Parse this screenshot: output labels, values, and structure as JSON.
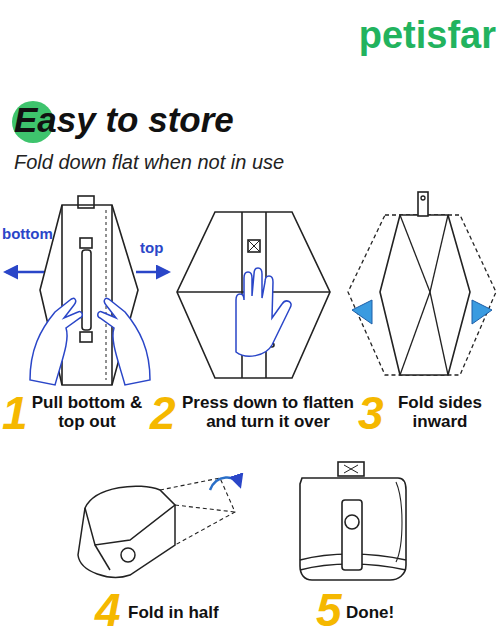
{
  "diagram": {
    "title": "Easy to store",
    "labels": [
      "petisfar",
      "Fold down flat when not in use",
      "bottom",
      "top",
      "1",
      "Pull bottom & top out",
      "2",
      "Press down to flatten and turn it over",
      "3",
      "Fold sides inward",
      "4",
      "Fold in half",
      "5",
      "Done!"
    ]
  }
}
